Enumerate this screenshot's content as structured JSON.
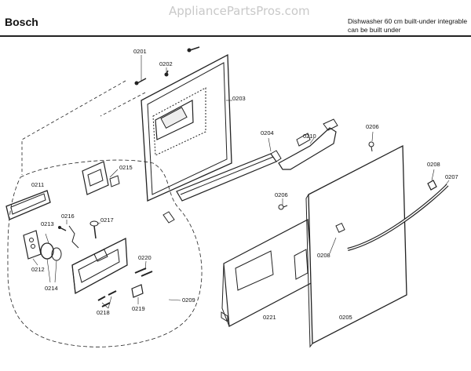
{
  "header": {
    "brand": "Bosch",
    "watermark": "AppliancePartsPros.com",
    "description_line1": "Dishwasher 60 cm built-under integrable",
    "description_line2": "can be built under"
  },
  "parts": {
    "p0201": "0201",
    "p0202": "0202",
    "p0203": "0203",
    "p0204": "0204",
    "p0205": "0205",
    "p0206a": "0206",
    "p0206b": "0206",
    "p0207": "0207",
    "p0208a": "0208",
    "p0208b": "0208",
    "p0209": "0209",
    "p0210": "0210",
    "p0211": "0211",
    "p0212": "0212",
    "p0213": "0213",
    "p0214": "0214",
    "p0215": "0215",
    "p0216": "0216",
    "p0217": "0217",
    "p0218": "0218",
    "p0219": "0219",
    "p0220": "0220",
    "p0221": "0221"
  }
}
